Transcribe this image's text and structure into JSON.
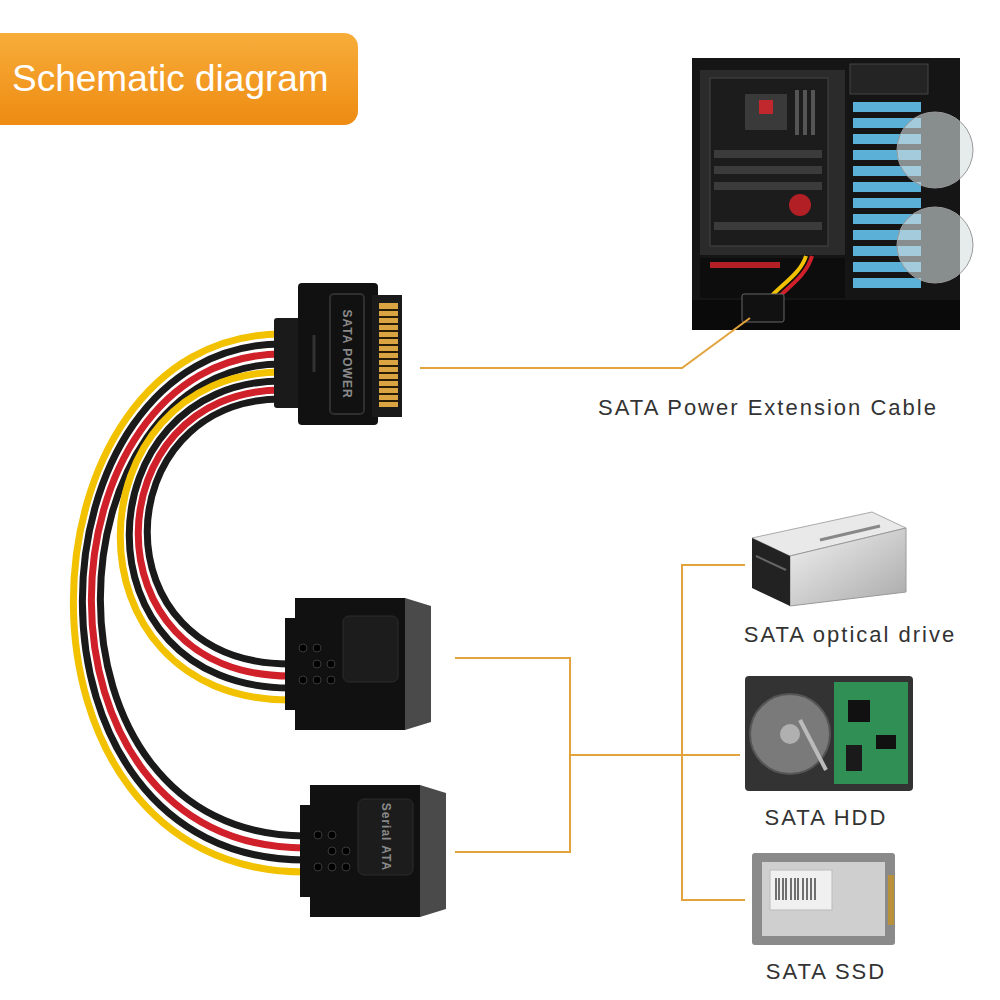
{
  "diagram": {
    "title": "Schematic diagram",
    "labels": [
      "SATA POWER",
      "SATA Power Extension Cable",
      "Serial ATA",
      "SATA optical drive",
      "SATA HDD",
      "SATA SSD"
    ]
  }
}
